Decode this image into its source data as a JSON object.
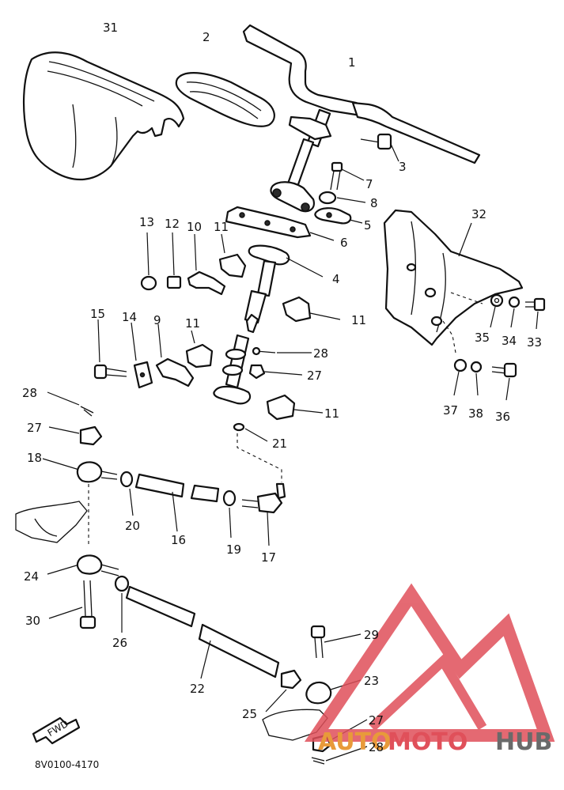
{
  "diagram": {
    "code": "8V0100-4170",
    "fwd_label": "FWD"
  },
  "labels": [
    "1",
    "2",
    "3",
    "4",
    "5",
    "6",
    "7",
    "8",
    "9",
    "10",
    "11",
    "11",
    "11",
    "11",
    "12",
    "13",
    "14",
    "15",
    "16",
    "17",
    "18",
    "19",
    "20",
    "21",
    "22",
    "23",
    "24",
    "25",
    "26",
    "27",
    "27",
    "27",
    "28",
    "28",
    "28",
    "29",
    "30",
    "31",
    "32",
    "33",
    "34",
    "35",
    "36",
    "37",
    "38"
  ],
  "watermark": {
    "part1": "AUTO",
    "part2": "MOTO",
    "part3": "HUB",
    "color_red": "#e0505a",
    "color_orange": "#e89a3a",
    "color_gray": "#6a6a6a"
  }
}
